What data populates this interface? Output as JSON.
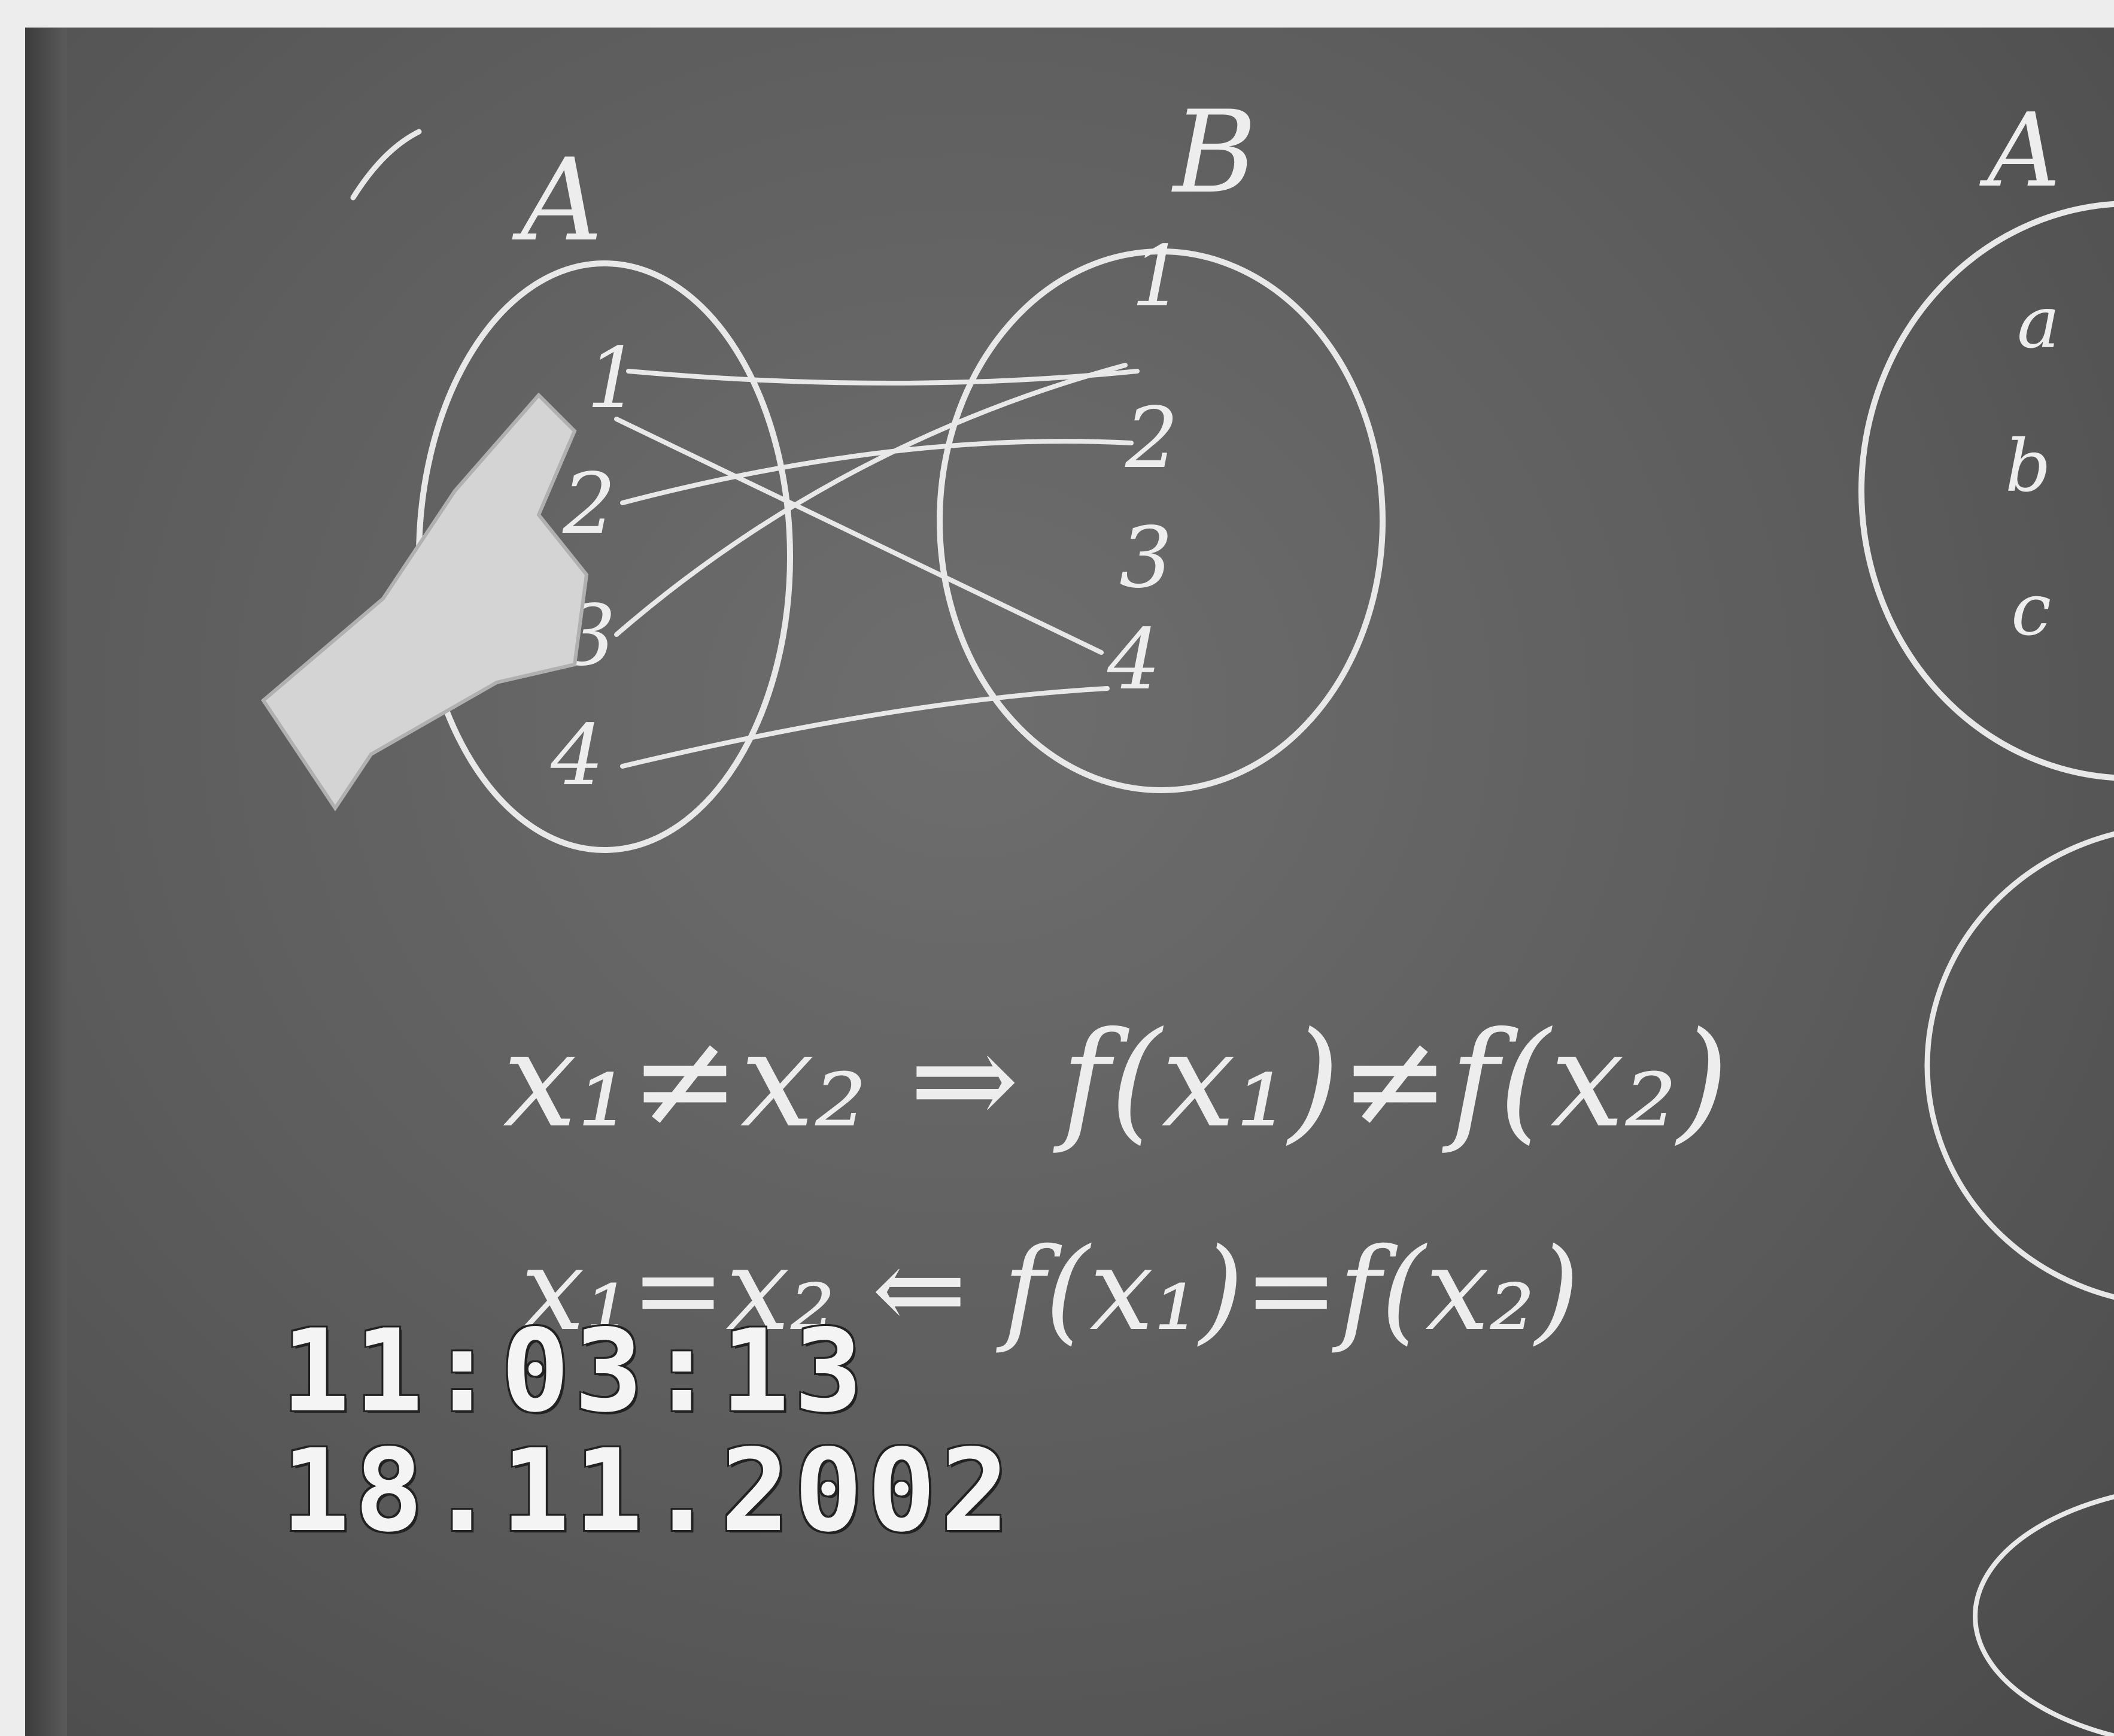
{
  "board": {
    "set_a_label": "A",
    "set_b_label": "B",
    "set_c_label": "A",
    "set_a_elements": [
      "1",
      "2",
      "3",
      "4"
    ],
    "set_b_elements": [
      "1",
      "2",
      "3",
      "4"
    ],
    "right_set_elements": [
      "a",
      "b",
      "c"
    ],
    "formula_injective": "x₁≠x₂ ⇒ f(x₁)≠f(x₂)",
    "formula_converse": "x₁=x₂ ⇐ f(x₁)=f(x₂)"
  },
  "timestamp": {
    "time": "11:03:13",
    "date": "18.11.2002"
  },
  "colors": {
    "board": "#5e5e5e",
    "chalk": "#e8e8e8",
    "frame": "#ededed"
  }
}
